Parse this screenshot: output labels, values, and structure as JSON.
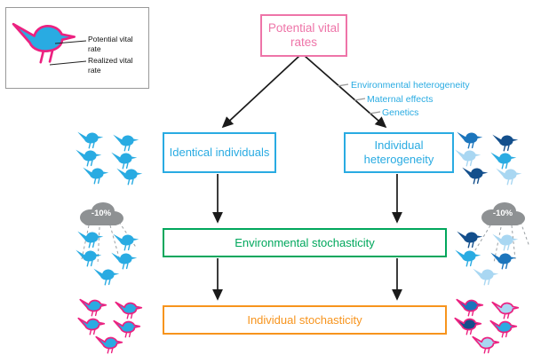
{
  "boxes": {
    "potential": {
      "label": "Potential vital rates",
      "color": "#EE74A8"
    },
    "identical": {
      "label": "Identical individuals",
      "color": "#29ABE2"
    },
    "heterogeneity": {
      "label": "Individual heterogeneity",
      "color": "#29ABE2"
    },
    "environmental": {
      "label": "Environmental stochasticity",
      "color": "#00A75C"
    },
    "individual": {
      "label": "Individual stochasticity",
      "color": "#F7941D"
    }
  },
  "annotations": [
    "Environmental heterogeneity",
    "Maternal effects",
    "Genetics"
  ],
  "annotation_color": "#29ABE2",
  "legend": {
    "labels": [
      "Potential vital rate",
      "Realized vital rate"
    ]
  },
  "clouds": {
    "left_label": "-10%",
    "right_label": "-10%"
  },
  "palette": {
    "blue": "#29ABE2",
    "light": "#A9D7F2",
    "mid": "#1C75BC",
    "dark": "#134F8C",
    "outline": "#EC2180",
    "arrow": "#1A1A1A",
    "tick": "#999999",
    "rain": "#9AA0A4",
    "cloud": "#8E9193"
  },
  "bird_groups": [
    {
      "id": "left-top",
      "outlined": false,
      "birds": [
        "blue",
        "blue",
        "blue",
        "blue",
        "blue",
        "blue"
      ]
    },
    {
      "id": "right-top",
      "outlined": false,
      "birds": [
        "mid",
        "dark",
        "light",
        "blue",
        "dark",
        "light"
      ]
    },
    {
      "id": "left-mid",
      "outlined": false,
      "birds": [
        "blue",
        "blue",
        "blue",
        "blue",
        "blue"
      ]
    },
    {
      "id": "right-mid",
      "outlined": false,
      "birds": [
        "dark",
        "light",
        "blue",
        "mid",
        "light"
      ]
    },
    {
      "id": "left-bottom",
      "outlined": true,
      "birds": [
        "blue",
        "blue",
        "blue",
        "blue",
        "blue"
      ]
    },
    {
      "id": "right-bottom",
      "outlined": true,
      "birds": [
        "mid",
        "light",
        "dark",
        "blue",
        "light"
      ]
    }
  ]
}
